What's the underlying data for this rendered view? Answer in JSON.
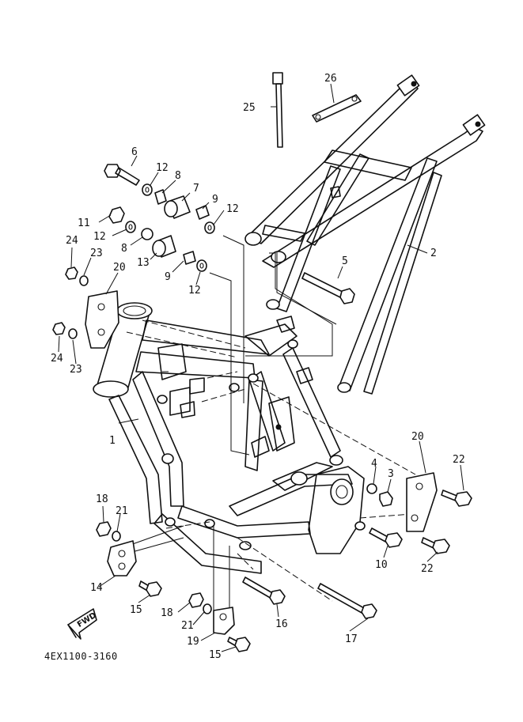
{
  "diagram": {
    "drawing_code": "4EX1100-3160",
    "direction_label": "FWD",
    "callouts": {
      "c1": "1",
      "c2": "2",
      "c3": "3",
      "c4": "4",
      "c5": "5",
      "c6": "6",
      "c7": "7",
      "c8a": "8",
      "c8b": "8",
      "c9a": "9",
      "c9b": "9",
      "c10": "10",
      "c11": "11",
      "c12a": "12",
      "c12b": "12",
      "c12c": "12",
      "c12d": "12",
      "c13": "13",
      "c14": "14",
      "c15a": "15",
      "c15b": "15",
      "c16": "16",
      "c17": "17",
      "c18a": "18",
      "c18b": "18",
      "c19": "19",
      "c20a": "20",
      "c20b": "20",
      "c21a": "21",
      "c21b": "21",
      "c22a": "22",
      "c22b": "22",
      "c23a": "23",
      "c23b": "23",
      "c24a": "24",
      "c24b": "24",
      "c25": "25",
      "c26": "26"
    }
  }
}
